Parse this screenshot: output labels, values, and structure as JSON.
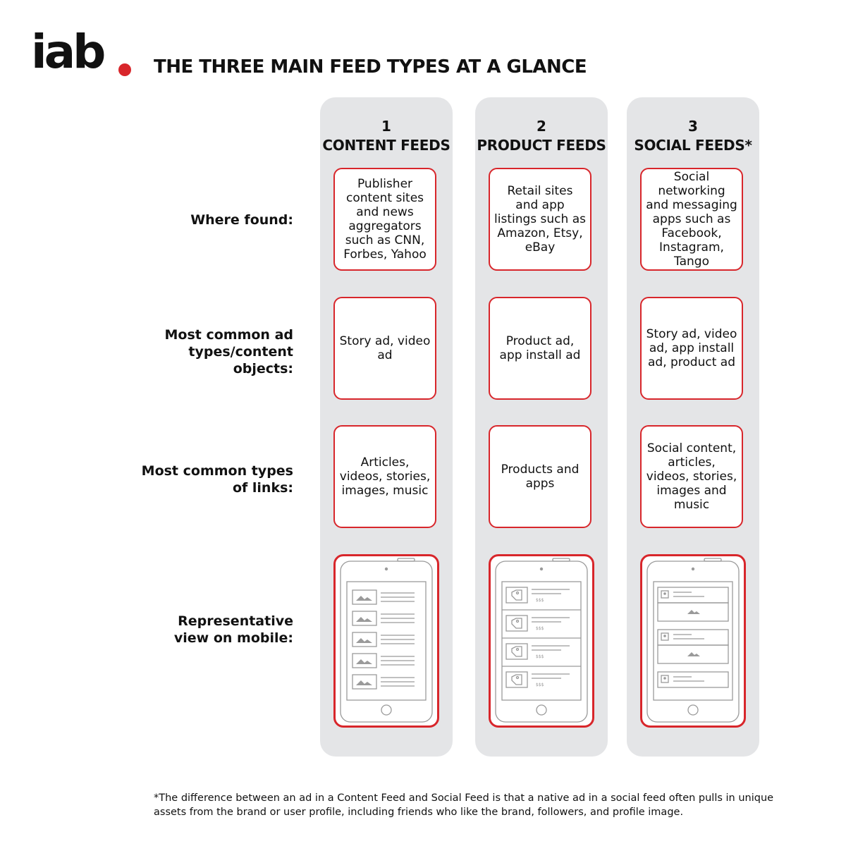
{
  "logo": {
    "text": "iab",
    "brand_color": "#d8262b"
  },
  "title": "THE THREE MAIN FEED TYPES AT A GLANCE",
  "row_labels": {
    "where_found": "Where found:",
    "ad_types": "Most common ad types/content objects:",
    "link_types": "Most common types of links:",
    "mobile_view": "Representative view on mobile:"
  },
  "columns": [
    {
      "number": "1",
      "heading": "CONTENT FEEDS",
      "where_found": "Publisher content sites and news aggregators such as CNN, Forbes, Yahoo",
      "ad_types": "Story ad, video ad",
      "link_types": "Articles, videos, stories, images, music",
      "mobile_icon": "content-feed-phone-icon"
    },
    {
      "number": "2",
      "heading": "PRODUCT FEEDS",
      "where_found": "Retail sites and app listings such as Amazon, Etsy, eBay",
      "ad_types": "Product ad, app install ad",
      "link_types": "Products and apps",
      "mobile_icon": "product-feed-phone-icon",
      "price_label": "$$$"
    },
    {
      "number": "3",
      "heading": "SOCIAL FEEDS*",
      "where_found": "Social networking and messaging apps such as Facebook, Instagram, Tango",
      "ad_types": "Story ad, video ad, app install ad, product ad",
      "link_types": "Social content, articles, videos, stories, images and music",
      "mobile_icon": "social-feed-phone-icon"
    }
  ],
  "footnote": "*The difference between an ad in a Content Feed and Social Feed is that a native ad in a social feed often pulls in unique assets from the brand or user profile, including friends who like the brand, followers, and profile image.",
  "colors": {
    "accent": "#d8262b",
    "column_bg": "#e4e5e7",
    "icon_gray": "#9a9a9a"
  }
}
